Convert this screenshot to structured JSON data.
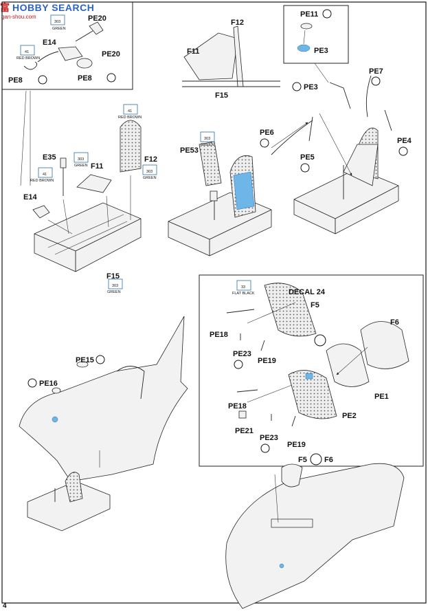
{
  "watermark": {
    "logo_text": "富",
    "brand": "HOBBY SEARCH",
    "site": "gan-shou.com"
  },
  "page_number": "4",
  "labels": {
    "PE20a": "PE20",
    "E14a": "E14",
    "PE20b": "PE20",
    "PE8a": "PE8",
    "PE8b": "PE8",
    "F12a": "F12",
    "F11a": "F11",
    "F15a": "F15",
    "PE11": "PE11",
    "PE3a": "PE3",
    "PE3b": "PE3",
    "PE7": "PE7",
    "PE6": "PE6",
    "PE4": "PE4",
    "PE5": "PE5",
    "E35": "E35",
    "F11b": "F11",
    "F12b": "F12",
    "E14b": "E14",
    "F15b": "F15",
    "PE53": "PE53",
    "DECAL": "DECAL 24",
    "F5a": "F5",
    "F6a": "F6",
    "PE18a": "PE18",
    "PE23a": "PE23",
    "PE19a": "PE19",
    "PE1": "PE1",
    "PE18b": "PE18",
    "PE21": "PE21",
    "PE23b": "PE23",
    "PE19b": "PE19",
    "PE2": "PE2",
    "PE15": "PE15",
    "PE16": "PE16",
    "F5b": "F5",
    "F6b": "F6"
  },
  "paint_codes": {
    "red_brown_1": {
      "code1": "41",
      "name": "RED BROWN"
    },
    "green_1": {
      "code1": "303",
      "name": "GREEN"
    },
    "red_brown_2": {
      "code1": "41",
      "name": "RED BROWN"
    },
    "green_2": {
      "code1": "303",
      "name": "GREEN"
    },
    "red_brown_3": {
      "code1": "41",
      "name": "RED BROWN"
    },
    "green_3": {
      "code1": "303",
      "name": "GREEN"
    },
    "green_4": {
      "code1": "303",
      "name": "GREEN"
    },
    "green_5": {
      "code1": "303",
      "name": "GREEN"
    },
    "flat_black": {
      "code1": "33",
      "name": "FLAT BLACK"
    }
  },
  "colors": {
    "paint_box": "#2a6fa8",
    "detail_blue": "#6fb6e8"
  }
}
